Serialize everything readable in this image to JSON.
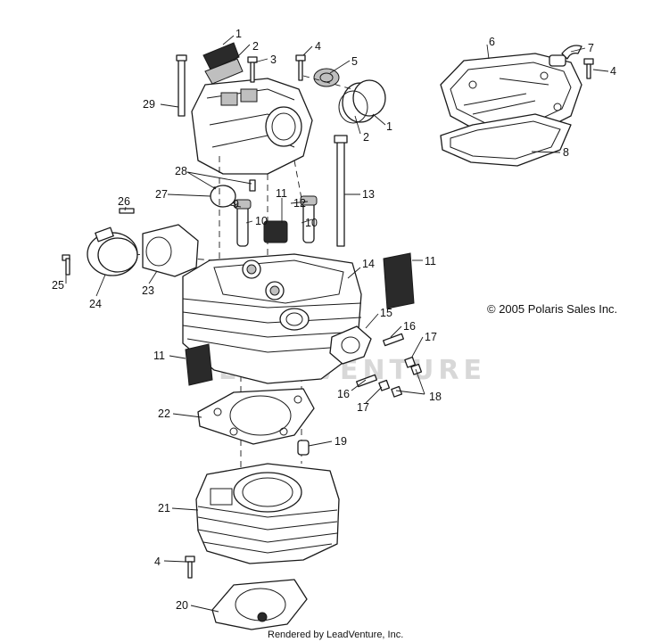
{
  "copyright": "© 2005 Polaris Sales Inc.",
  "footer": "Rendered by LeadVenture, Inc.",
  "watermark": "LEADVENTURE",
  "callouts": {
    "c1a": "1",
    "c2a": "2",
    "c3": "3",
    "c4a": "4",
    "c5": "5",
    "c2b": "2",
    "c1b": "1",
    "c6": "6",
    "c7": "7",
    "c4b": "4",
    "c8": "8",
    "c29": "29",
    "c28": "28",
    "c27": "27",
    "c26": "26",
    "c11a": "11",
    "c9": "9",
    "c12": "12",
    "c10a": "10",
    "c10b": "10",
    "c13": "13",
    "c25": "25",
    "c24": "24",
    "c23": "23",
    "c14": "14",
    "c11b": "11",
    "c15": "15",
    "c16a": "16",
    "c17a": "17",
    "c11c": "11",
    "c16b": "16",
    "c17b": "17",
    "c18": "18",
    "c22": "22",
    "c19": "19",
    "c21": "21",
    "c4c": "4",
    "c20": "20"
  }
}
